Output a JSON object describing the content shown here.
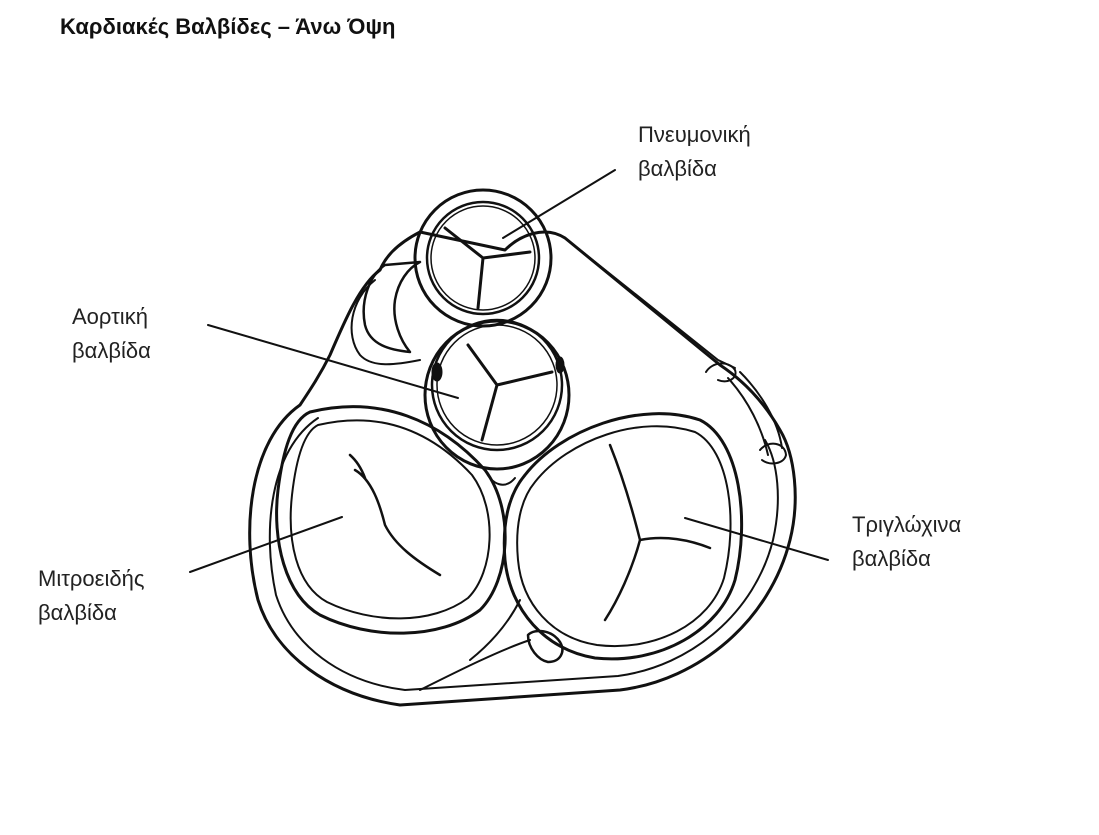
{
  "title": "Καρδιακές Βαλβίδες – Άνω Όψη",
  "labels": {
    "pulmonary": {
      "line1": "Πνευμονική",
      "line2": "βαλβίδα"
    },
    "aortic": {
      "line1": "Αορτική",
      "line2": "βαλβίδα"
    },
    "mitral": {
      "line1": "Μιτροειδής",
      "line2": "βαλβίδα"
    },
    "tricuspid": {
      "line1": "Τριγλώχινα",
      "line2": "βαλβίδα"
    }
  }
}
